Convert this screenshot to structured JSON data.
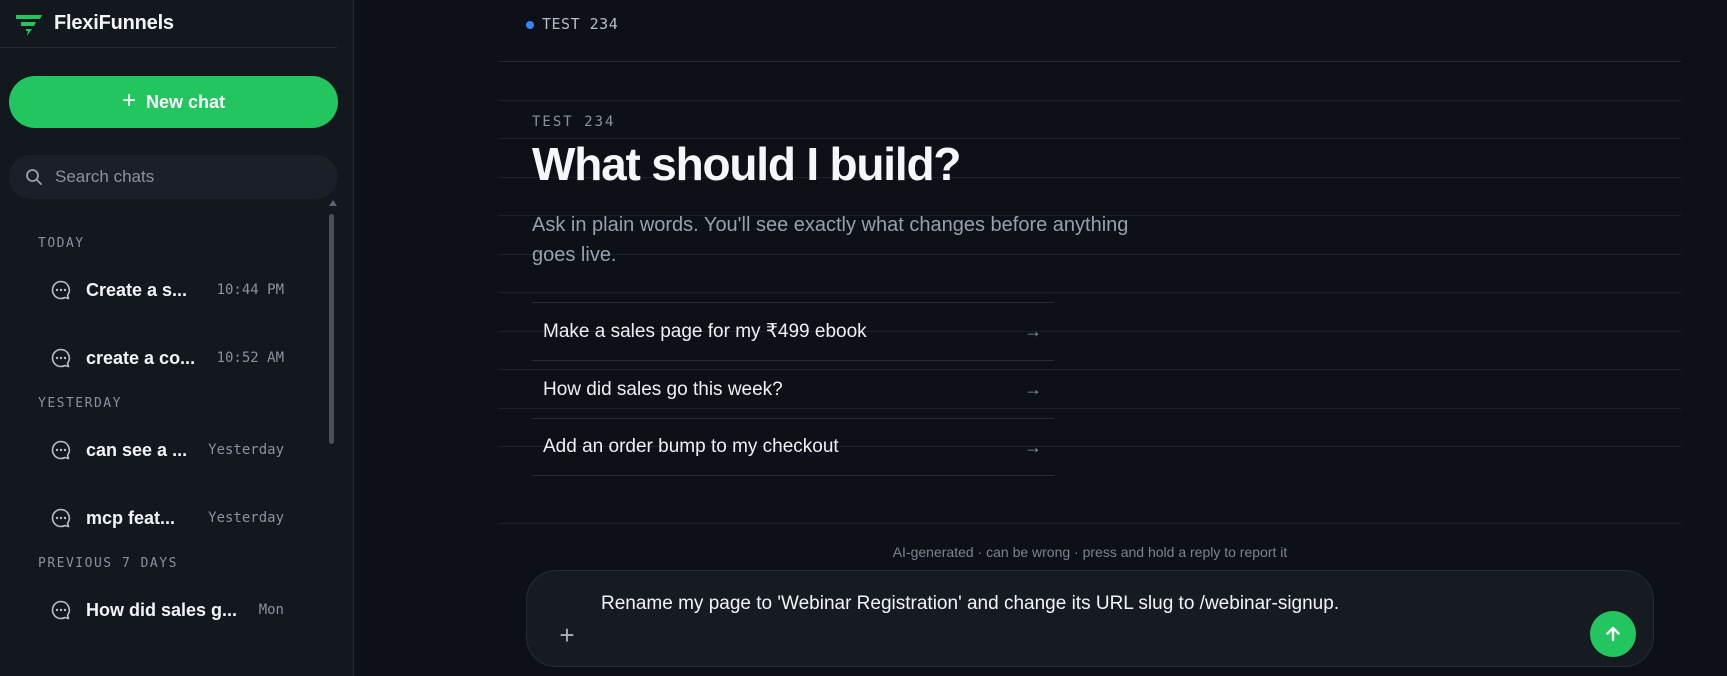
{
  "brand": {
    "name": "FlexiFunnels",
    "accent": "#22c55e"
  },
  "sidebar": {
    "new_chat_label": "New chat",
    "search_placeholder": "Search chats",
    "groups": [
      {
        "label": "TODAY",
        "items": [
          {
            "title": "Create a s...",
            "time": "10:44 PM"
          },
          {
            "title": "create a co...",
            "time": "10:52 AM"
          }
        ]
      },
      {
        "label": "YESTERDAY",
        "items": [
          {
            "title": "can see a ...",
            "time": "Yesterday"
          },
          {
            "title": "mcp feat...",
            "time": "Yesterday"
          }
        ]
      },
      {
        "label": "PREVIOUS 7 DAYS",
        "items": [
          {
            "title": "How did sales g...",
            "time": "Mon"
          }
        ]
      }
    ]
  },
  "header": {
    "project": "TEST 234",
    "status_color": "#3b82f6"
  },
  "hero": {
    "eyebrow": "TEST 234",
    "title": "What should I build?",
    "subtitle": "Ask in plain words. You'll see exactly what changes before anything goes live."
  },
  "suggestions": [
    {
      "label": "Make a sales page for my ₹499 ebook"
    },
    {
      "label": "How did sales go this week?"
    },
    {
      "label": "Add an order bump to my checkout"
    }
  ],
  "disclaimer": "AI-generated · can be wrong · press and hold a reply to report it",
  "composer": {
    "value": "Rename my page to 'Webinar Registration' and change its URL slug to /webinar-signup."
  }
}
